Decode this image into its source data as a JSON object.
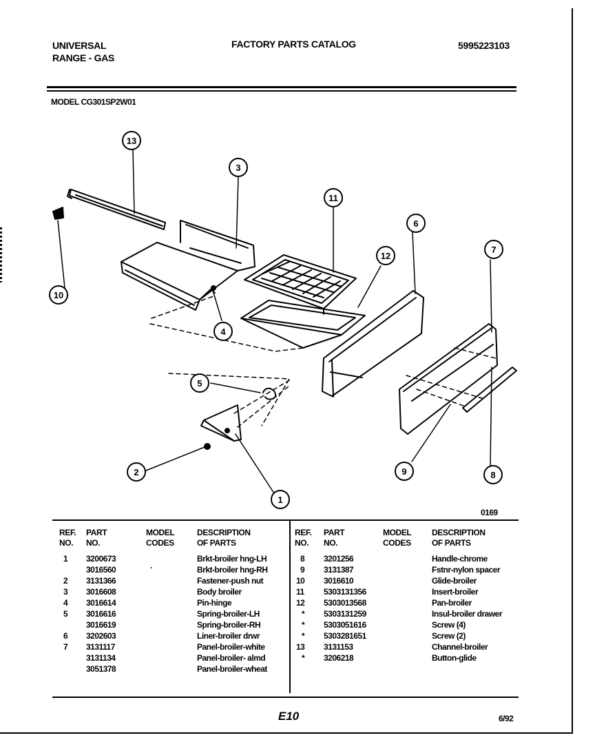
{
  "header": {
    "brand_line1": "UNIVERSAL",
    "brand_line2": "RANGE - GAS",
    "catalog_title": "FACTORY PARTS CATALOG",
    "catalog_number": "5995223103",
    "model": "MODEL CG301SP2W01"
  },
  "diagram": {
    "callouts": [
      "13",
      "3",
      "11",
      "12",
      "6",
      "7",
      "10",
      "4",
      "5",
      "2",
      "1",
      "9",
      "8"
    ],
    "figure_number": "0169"
  },
  "table": {
    "headers": {
      "ref_no": "REF.\nNO.",
      "part_no": "PART\nNO.",
      "model_codes": "MODEL\nCODES",
      "description": "DESCRIPTION\nOF PARTS"
    },
    "left_rows": [
      {
        "ref": "1",
        "part": "3200673",
        "desc": "Brkt-broiler hng-LH"
      },
      {
        "ref": "",
        "part": "3016560",
        "desc": "Brkt-broiler hng-RH"
      },
      {
        "ref": "2",
        "part": "3131366",
        "desc": "Fastener-push nut"
      },
      {
        "ref": "3",
        "part": "3016608",
        "desc": "Body broiler"
      },
      {
        "ref": "4",
        "part": "3016614",
        "desc": "Pin-hinge"
      },
      {
        "ref": "5",
        "part": "3016616",
        "desc": "Spring-broiler-LH"
      },
      {
        "ref": "",
        "part": "3016619",
        "desc": "Spring-broiler-RH"
      },
      {
        "ref": "6",
        "part": "3202603",
        "desc": "Liner-broiler drwr"
      },
      {
        "ref": "7",
        "part": "3131117",
        "desc": "Panel-broiler-white"
      },
      {
        "ref": "",
        "part": "3131134",
        "desc": "Panel-broiler- almd"
      },
      {
        "ref": "",
        "part": "3051378",
        "desc": "Panel-broiler-wheat"
      }
    ],
    "right_rows": [
      {
        "ref": "8",
        "part": "3201256",
        "desc": "Handle-chrome"
      },
      {
        "ref": "9",
        "part": "3131387",
        "desc": "Fstnr-nylon spacer"
      },
      {
        "ref": "10",
        "part": "3016610",
        "desc": "Glide-broiler"
      },
      {
        "ref": "11",
        "part": "5303131356",
        "desc": "Insert-broiler"
      },
      {
        "ref": "12",
        "part": "5303013568",
        "desc": "Pan-broiler"
      },
      {
        "ref": "*",
        "part": "5303131259",
        "desc": "Insul-broiler drawer"
      },
      {
        "ref": "*",
        "part": "5303051616",
        "desc": "Screw (4)"
      },
      {
        "ref": "*",
        "part": "5303281651",
        "desc": "Screw (2)"
      },
      {
        "ref": "13",
        "part": "3131153",
        "desc": "Channel-broiler"
      },
      {
        "ref": "*",
        "part": "3206218",
        "desc": "Button-glide"
      }
    ],
    "left_model_dot": "."
  },
  "footer": {
    "page_code": "E10",
    "date": "6/92"
  }
}
